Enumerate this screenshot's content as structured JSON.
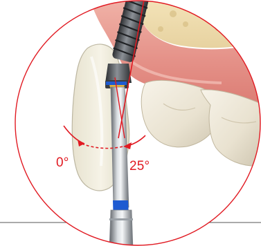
{
  "illustration": {
    "subject": "dental-implant-insertion-illustration",
    "accent_color": "#e11a22",
    "tool_accent_color": "#1e5bd1",
    "gum_color": "#e79a93",
    "tooth_color": "#ece6d6"
  },
  "angles": {
    "zero_label": "0°",
    "twentyfive_label": "25°"
  }
}
